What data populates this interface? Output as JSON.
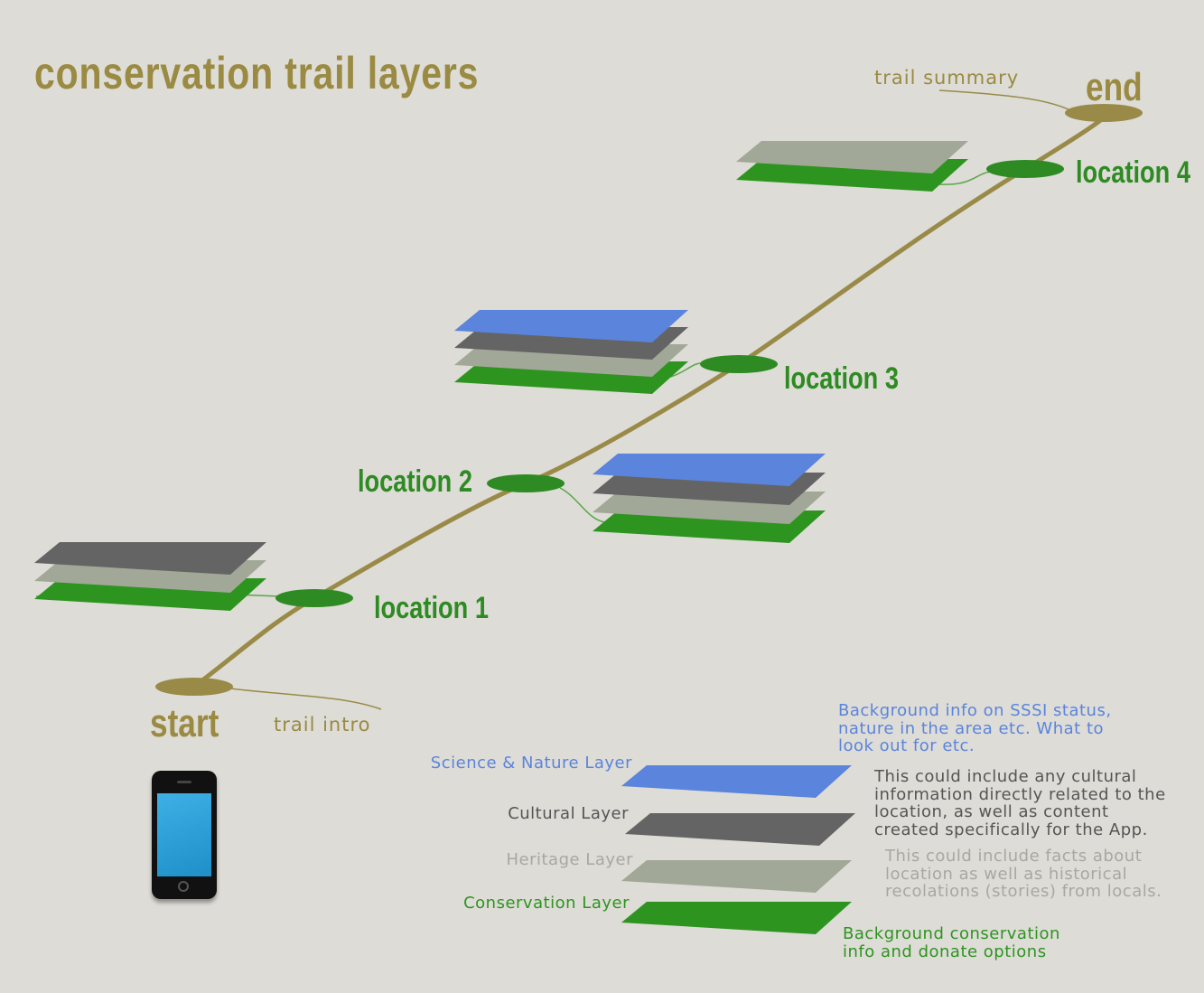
{
  "title": "conservation trail layers",
  "trail": {
    "start_label": "start",
    "start_note": "trail intro",
    "end_label": "end",
    "end_note": "trail summary",
    "locations": [
      {
        "label": "location 1",
        "layers": [
          "conservation",
          "heritage",
          "cultural"
        ]
      },
      {
        "label": "location 2",
        "layers": [
          "conservation",
          "heritage",
          "cultural",
          "science"
        ]
      },
      {
        "label": "location 3",
        "layers": [
          "conservation",
          "heritage",
          "cultural",
          "science"
        ]
      },
      {
        "label": "location 4",
        "layers": [
          "conservation",
          "heritage"
        ]
      }
    ]
  },
  "legend": {
    "science": {
      "label": "Science & Nature Layer",
      "description": "Background info on SSSI status, nature in the area etc. What to look out for etc."
    },
    "cultural": {
      "label": "Cultural Layer",
      "description": "This could include any cultural information directly related to the location, as well as content created specifically for the App."
    },
    "heritage": {
      "label": "Heritage Layer",
      "description": "This could include facts about location as well as historical recolations (stories) from locals."
    },
    "conservation": {
      "label": "Conservation Layer",
      "description": "Background conservation info and donate options"
    }
  },
  "colors": {
    "science": "#5b84dc",
    "cultural": "#646464",
    "heritage": "#a2a898",
    "conservation": "#2e9420",
    "trail": "#9a8a48",
    "node": "#2e8a22"
  }
}
